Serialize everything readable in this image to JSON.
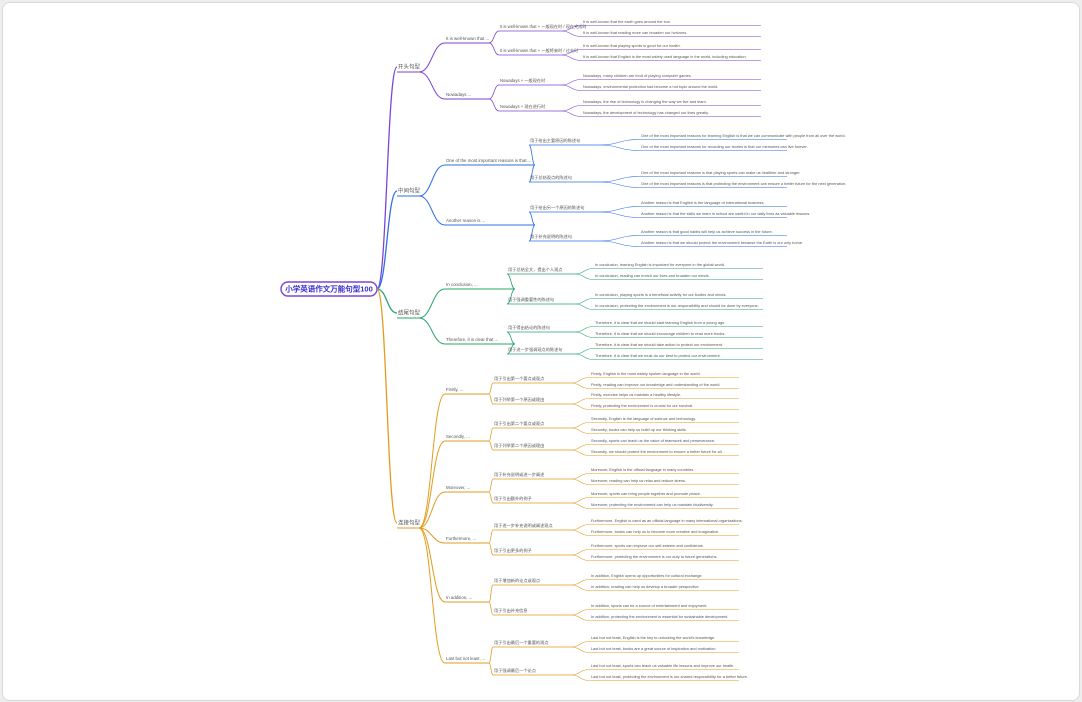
{
  "colors": {
    "purple": "#7b45d6",
    "blue": "#2f6fe4",
    "green": "#2aa56c",
    "orange": "#e39b1f",
    "root_border": "#7b45d6",
    "root_text": "#3a2bd0"
  },
  "root": {
    "label": "小学英语作文万能句型100"
  },
  "branches": [
    {
      "label": "开头句型",
      "color": "purple",
      "children": [
        {
          "label": "It is well-known that ...",
          "children": [
            {
              "label": "It is well-known that + 一般现在时 / 现在完成时",
              "children": [
                "It is well-known that the earth goes around the sun.",
                "It is well-known that reading more can broaden our horizons."
              ]
            },
            {
              "label": "It is well-known that + 一般将来时 / 过去时",
              "children": [
                "It is well-known that playing sports is good for our health.",
                "It is well-known that English is the most widely used language in the world, including education."
              ]
            }
          ]
        },
        {
          "label": "Nowadays ...",
          "children": [
            {
              "label": "Nowadays + 一般现在时",
              "children": [
                "Nowadays, many children are fond of playing computer games.",
                "Nowadays, environmental protection has become a hot topic around the world."
              ]
            },
            {
              "label": "Nowadays + 现在进行时",
              "children": [
                "Nowadays, the rise of technology is changing the way we live and learn.",
                "Nowadays, the development of technology has changed our lives greatly."
              ]
            }
          ]
        }
      ]
    },
    {
      "label": "中间句型",
      "color": "blue",
      "children": [
        {
          "label": "One of the most important reasons is that ...",
          "children": [
            {
              "label": "用于给出主要原因的陈述句",
              "children": [
                "One of the most important reasons for learning English is that we can communicate with people from all over the world.",
                "One of the most important reasons for recording our stories is that our memories can live forever."
              ]
            },
            {
              "label": "用于总结观点的陈述句",
              "children": [
                "One of the most important reasons is that playing sports can make us healthier and stronger.",
                "One of the most important reasons is that protecting the environment can ensure a better future for the next generation."
              ]
            }
          ]
        },
        {
          "label": "Another reason is ...",
          "children": [
            {
              "label": "用于给出另一个原因的陈述句",
              "children": [
                "Another reason is that English is the language of international business.",
                "Another reason is that the skills we learn in school are useful in our daily lives as valuable lessons."
              ]
            },
            {
              "label": "用于补充说明的陈述句",
              "children": [
                "Another reason is that good habits will help us achieve success in the future.",
                "Another reason is that we should protect the environment because the Earth is our only home."
              ]
            }
          ]
        }
      ]
    },
    {
      "label": "结尾句型",
      "color": "green",
      "children": [
        {
          "label": "In conclusion, ...",
          "children": [
            {
              "label": "用于总结全文，提出个人观点",
              "children": [
                "In conclusion, learning English is important for everyone in the global world.",
                "In conclusion, reading can enrich our lives and broaden our minds."
              ]
            },
            {
              "label": "用于强调重要性的陈述句",
              "children": [
                "In conclusion, playing sports is a beneficial activity for our bodies and minds.",
                "In conclusion, protecting the environment is our responsibility and should be done by everyone."
              ]
            }
          ]
        },
        {
          "label": "Therefore, it is clear that ...",
          "children": [
            {
              "label": "用于得出结论的陈述句",
              "children": [
                "Therefore, it is clear that we should start learning English from a young age.",
                "Therefore, it is clear that we should encourage children to read more books."
              ]
            },
            {
              "label": "用于进一步强调观点的陈述句",
              "children": [
                "Therefore, it is clear that we should take action to protect our environment.",
                "Therefore, it is clear that we must do our best to protect our environment."
              ]
            }
          ]
        }
      ]
    },
    {
      "label": "连接句型",
      "color": "orange",
      "children": [
        {
          "label": "Firstly, ...",
          "children": [
            {
              "label": "用于引出第一个要点或观点",
              "children": [
                "Firstly, English is the most widely spoken language in the world.",
                "Firstly, reading can improve our knowledge and understanding of the world."
              ]
            },
            {
              "label": "用于列举第一个原因或理由",
              "children": [
                "Firstly, exercise helps us maintain a healthy lifestyle.",
                "Firstly, protecting the environment is crucial for our survival."
              ]
            }
          ]
        },
        {
          "label": "Secondly, ...",
          "children": [
            {
              "label": "用于引出第二个要点或观点",
              "children": [
                "Secondly, English is the language of science and technology.",
                "Secondly, books can help us build up our thinking skills."
              ]
            },
            {
              "label": "用于列举第二个原因或理由",
              "children": [
                "Secondly, sports can teach us the value of teamwork and perseverance.",
                "Secondly, we should protect the environment to ensure a better future for all."
              ]
            }
          ]
        },
        {
          "label": "Moreover, ...",
          "children": [
            {
              "label": "用于补充说明或进一步阐述",
              "children": [
                "Moreover, English is the official language in many countries.",
                "Moreover, reading can help us relax and reduce stress."
              ]
            },
            {
              "label": "用于引出额外的例子",
              "children": [
                "Moreover, sports can bring people together and promote peace.",
                "Moreover, protecting the environment can help us maintain biodiversity."
              ]
            }
          ]
        },
        {
          "label": "Furthermore, ...",
          "children": [
            {
              "label": "用于进一步补充说明或阐述观点",
              "children": [
                "Furthermore, English is used as an official language in many international organizations.",
                "Furthermore, books can help us to become more creative and imaginative."
              ]
            },
            {
              "label": "用于引出更多的例子",
              "children": [
                "Furthermore, sports can improve our self-esteem and confidence.",
                "Furthermore, protecting the environment is our duty to future generations."
              ]
            }
          ]
        },
        {
          "label": "In addition, ...",
          "children": [
            {
              "label": "用于增加新的论点或观点",
              "children": [
                "In addition, English opens up opportunities for cultural exchange.",
                "In addition, reading can help us develop a broader perspective."
              ]
            },
            {
              "label": "用于引出补充信息",
              "children": [
                "In addition, sports can be a source of entertainment and enjoyment.",
                "In addition, protecting the environment is essential for sustainable development."
              ]
            }
          ]
        },
        {
          "label": "Last but not least, ...",
          "children": [
            {
              "label": "用于引出最后一个重要的观点",
              "children": [
                "Last but not least, English is the key to unlocking the world's knowledge.",
                "Last but not least, books are a great source of inspiration and motivation."
              ]
            },
            {
              "label": "用于强调最后一个论点",
              "children": [
                "Last but not least, sports can teach us valuable life lessons and improve our health.",
                "Last but not least, protecting the environment is our shared responsibility for a better future."
              ]
            }
          ]
        }
      ]
    }
  ]
}
